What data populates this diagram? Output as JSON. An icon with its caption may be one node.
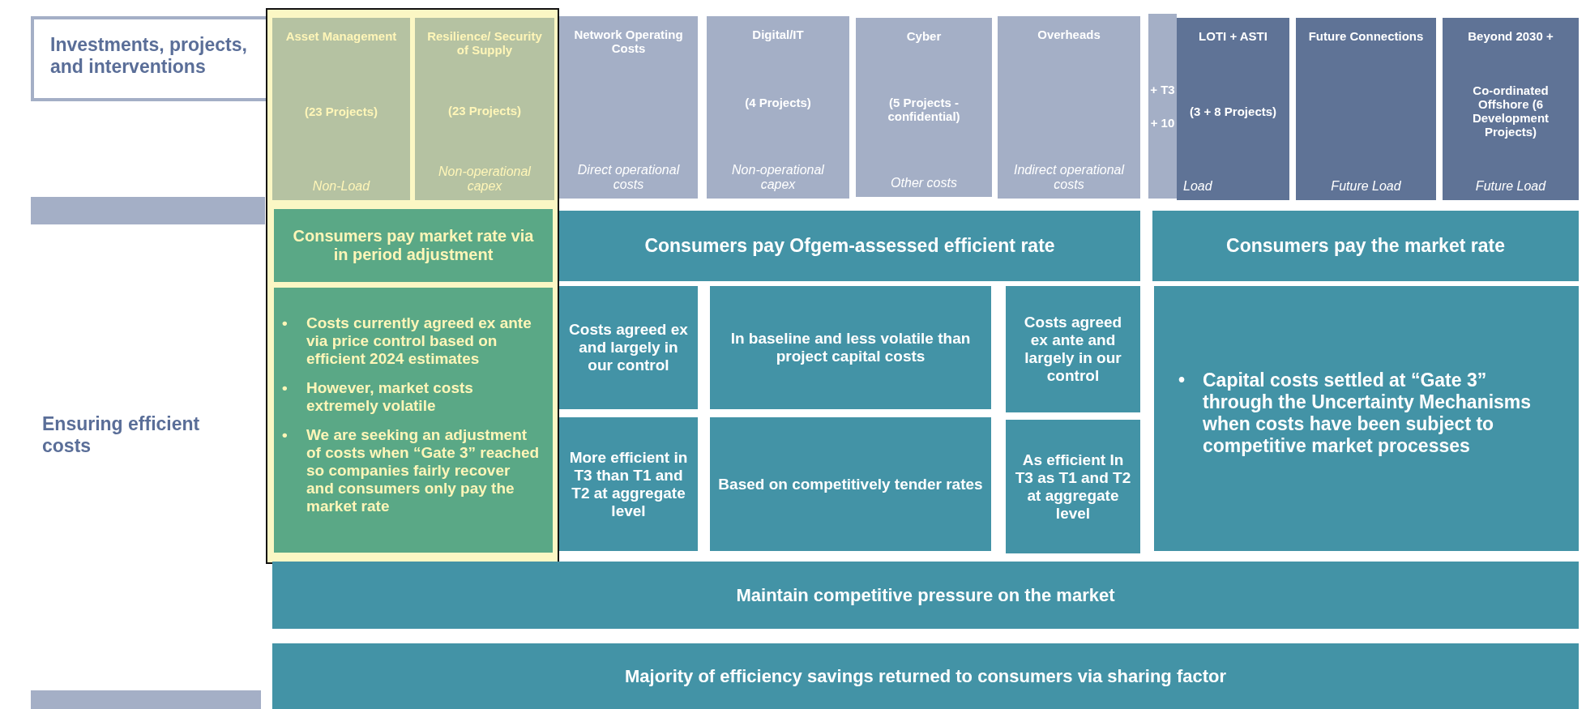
{
  "diagram": {
    "nodes": [
      {
        "text": [
          "Investments, projects, and interventions"
        ]
      },
      {
        "text": [],
        "shape": "box"
      },
      {
        "text": [
          "Asset Management",
          "(23 Projects)",
          "Non-Load"
        ],
        "in": 1
      },
      {
        "text": [
          "Resilience/ Security of Supply",
          "(23 Projects)",
          "Non-operational capex"
        ],
        "in": 1
      },
      {
        "text": [
          "Network Operating Costs",
          "Direct operational costs"
        ]
      },
      {
        "text": [
          "Digital/IT",
          "(4 Projects)",
          "Non-operational capex"
        ]
      },
      {
        "text": [
          "Cyber",
          "(5 Projects - confidential)",
          "Other costs"
        ]
      },
      {
        "text": [
          "Overheads",
          "Indirect operational costs"
        ]
      },
      {
        "text": [
          "+ T3",
          "+ 10"
        ]
      },
      {
        "text": [
          "LOTI + ASTI",
          "(3 + 8 Projects)",
          "Load"
        ]
      },
      {
        "text": [
          "Future Connections",
          "Future Load"
        ]
      },
      {
        "text": [
          "Beyond 2030 +",
          "Co-ordinated Offshore (6 Development Projects)",
          "Future Load"
        ]
      },
      {
        "text": [
          "Consumers pay market rate via in period adjustment"
        ],
        "in": 1
      },
      {
        "text": [
          "• Costs currently agreed ex ante via price control based on efficient 2024 estimates",
          "• However, market costs extremely volatile",
          "• We are seeking an adjustment of costs when “Gate 3” reached so companies fairly recover and consumers only pay the market rate"
        ],
        "in": 1
      },
      {
        "text": [
          "Consumers pay Ofgem-assessed efficient rate"
        ]
      },
      {
        "text": [
          "Consumers pay the market rate"
        ]
      },
      {
        "text": [
          "Costs agreed ex and largely in our control"
        ]
      },
      {
        "text": [
          "In baseline and less volatile than project capital costs"
        ]
      },
      {
        "text": [
          "Costs agreed ex ante and largely in our control"
        ]
      },
      {
        "text": [
          "• Capital costs settled at “Gate 3” through the Uncertainty Mechanisms when costs have been subject to competitive market processes"
        ]
      },
      {
        "text": [
          "More efficient in T3 than T1 and T2 at aggregate level"
        ]
      },
      {
        "text": [
          "Based on competitively tender rates"
        ]
      },
      {
        "text": [
          "As efficient In T3 as T1 and T2 at aggregate level"
        ]
      },
      {
        "text": [
          "Ensuring efficient costs"
        ]
      },
      {
        "text": [
          "Maintain competitive pressure on the market"
        ]
      },
      {
        "text": [
          "Majority of efficiency savings returned to consumers via sharing factor"
        ]
      },
      {
        "text": [],
        "shape": "bar"
      },
      {
        "text": [],
        "shape": "bar"
      }
    ]
  }
}
